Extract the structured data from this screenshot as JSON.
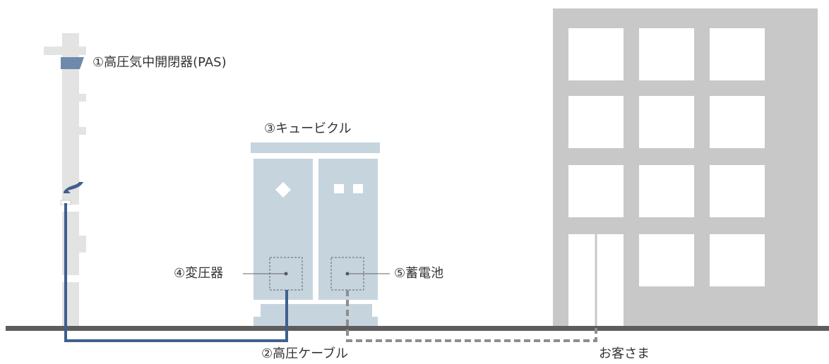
{
  "labels": {
    "pas": "①高圧気中開閉器(PAS)",
    "cable": "②高圧ケーブル",
    "cubicle": "③キュービクル",
    "transformer": "④変圧器",
    "battery": "⑤蓄電池",
    "customer": "お客さま"
  },
  "colors": {
    "pole": "#e3e3e3",
    "pas_box": "#6d8aad",
    "cubicle": "#c6d4de",
    "building": "#c8c8c8",
    "window": "#ffffff",
    "ground": "#5d5d5d",
    "hv_cable": "#3f5f8f",
    "lv_cable": "#8e8e8e",
    "leader": "#666666"
  }
}
